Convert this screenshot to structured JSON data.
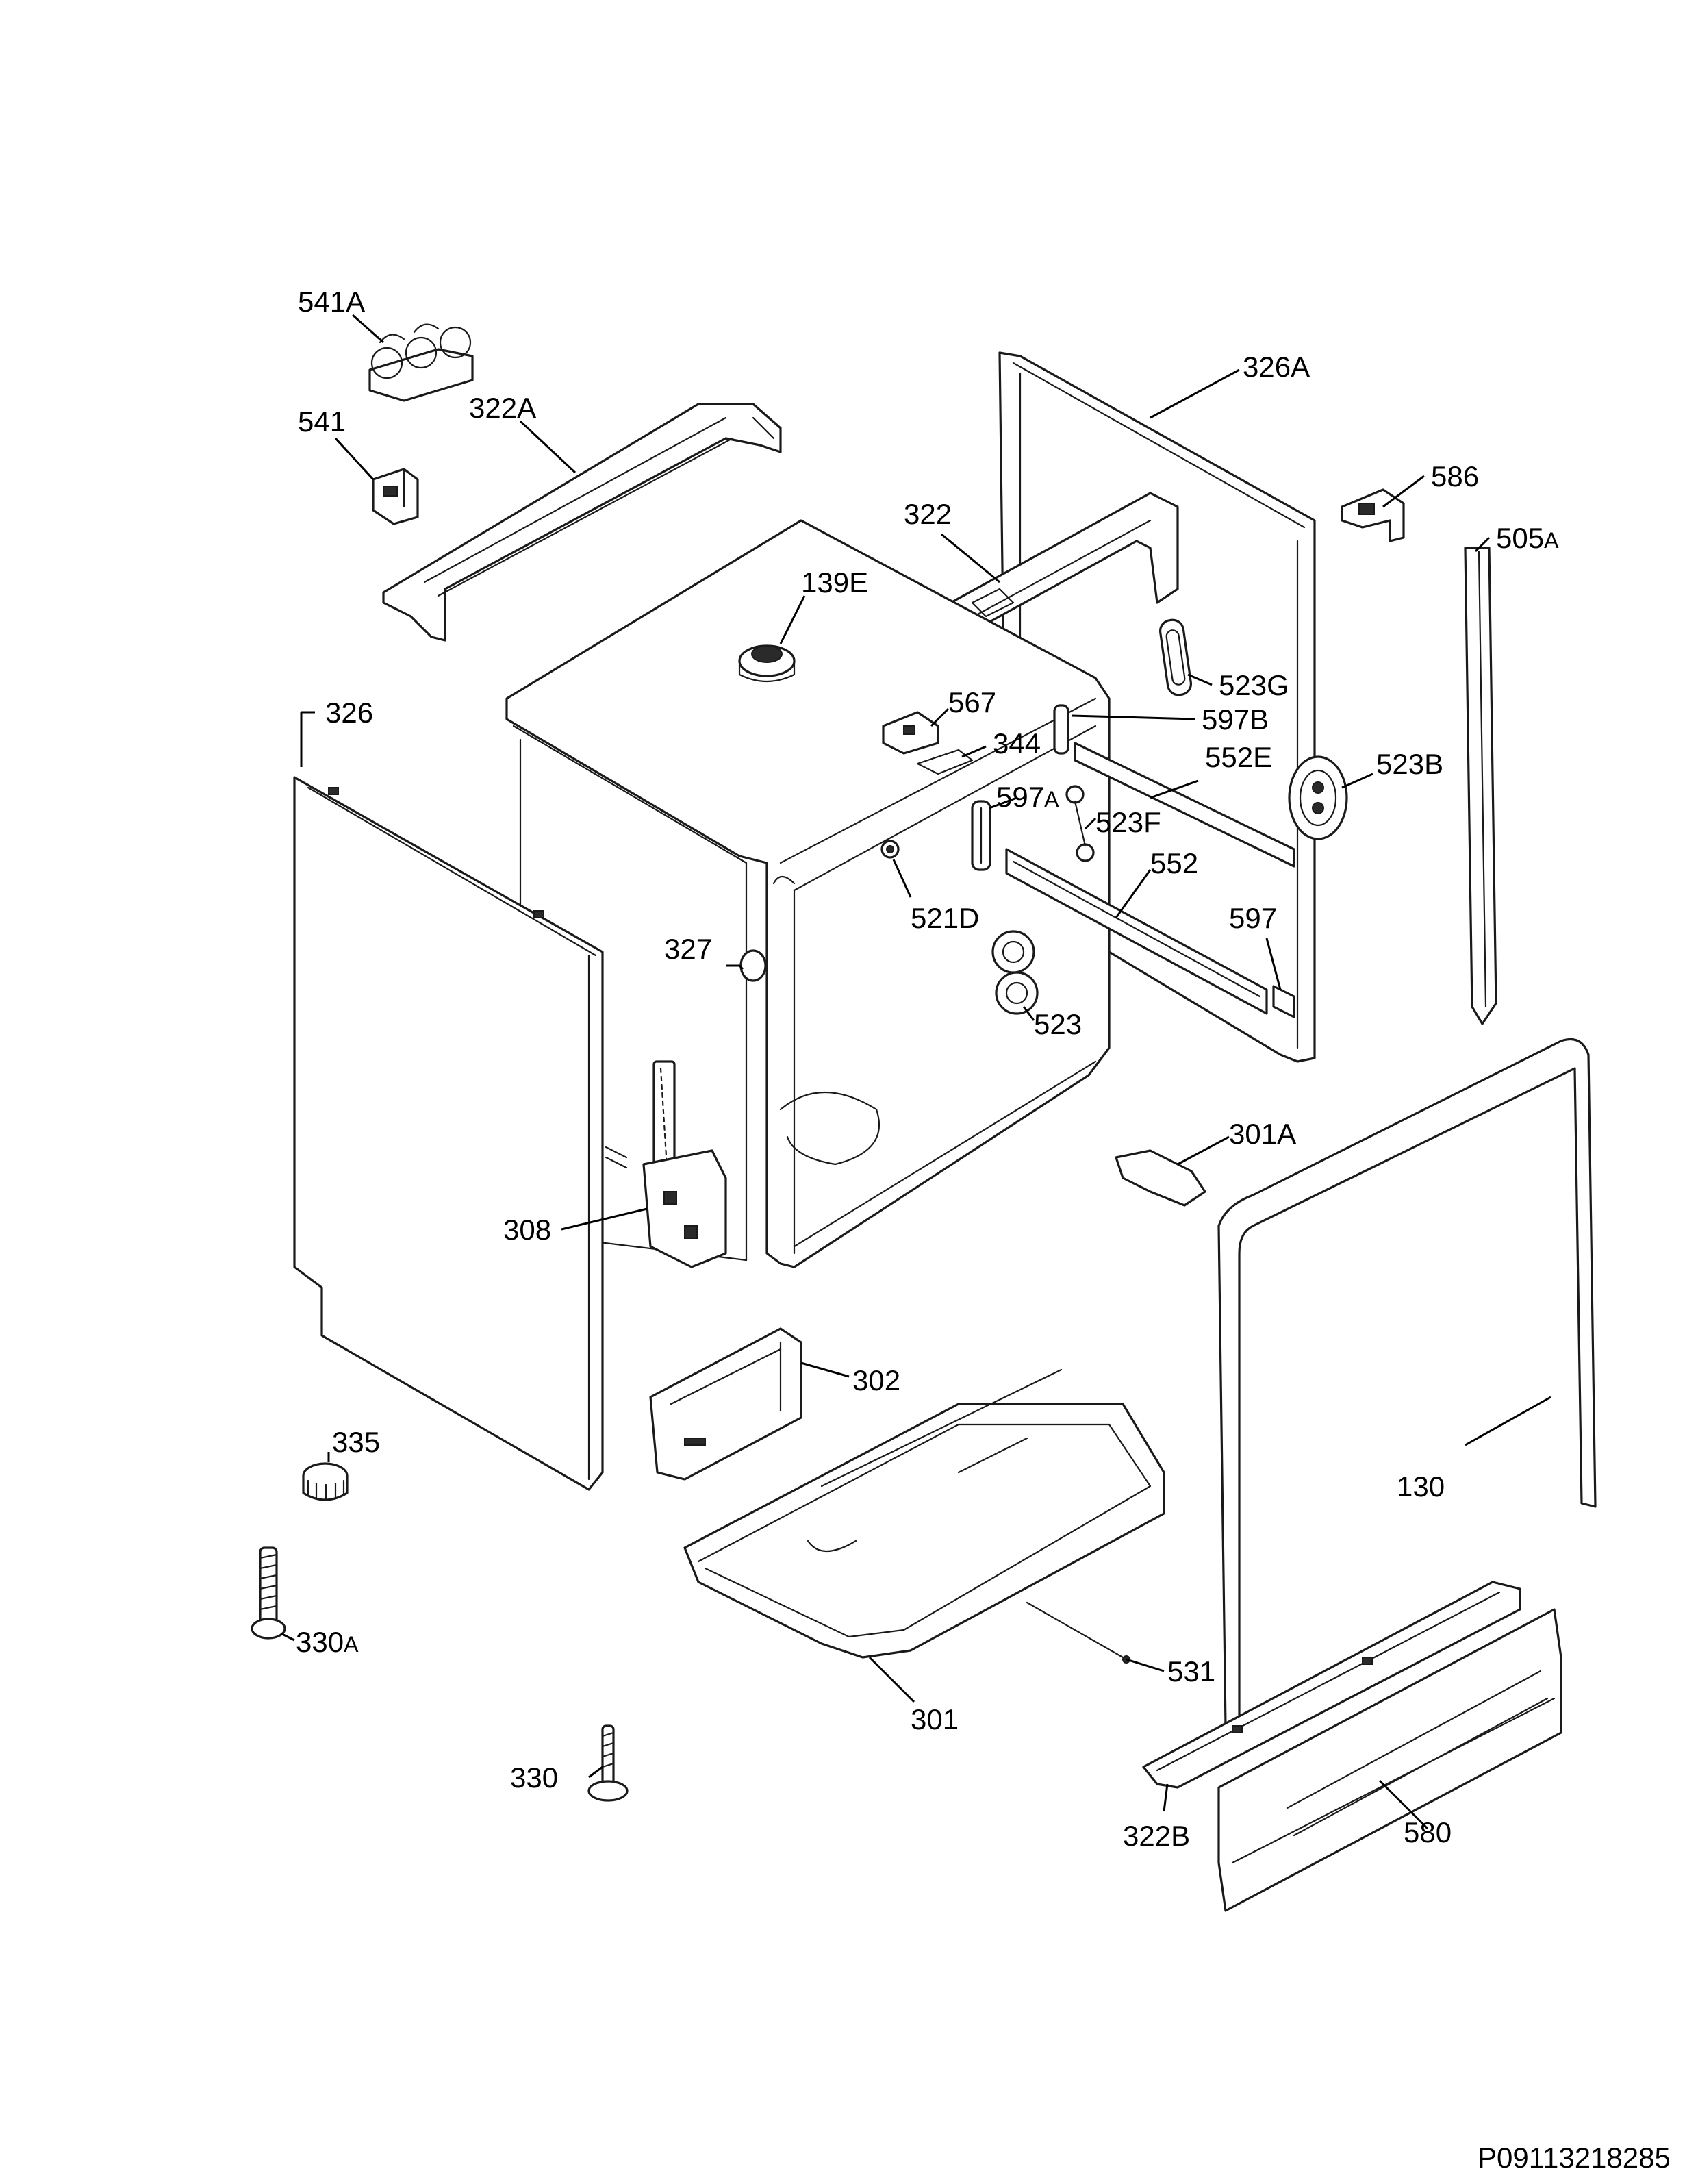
{
  "parts": {
    "p541A": "541A",
    "p541": "541",
    "p322A": "322A",
    "p326A": "326A",
    "p586": "586",
    "p505A_num": "505",
    "p505A_suf": "A",
    "p322": "322",
    "p139E": "139E",
    "p523G": "523G",
    "p326": "326",
    "p567": "567",
    "p597B": "597B",
    "p344": "344",
    "p552E": "552E",
    "p523B": "523B",
    "p597A_num": "597",
    "p597A_suf": "A",
    "p523F": "523F",
    "p552": "552",
    "p521D": "521D",
    "p597": "597",
    "p327": "327",
    "p523": "523",
    "p301A": "301A",
    "p308": "308",
    "p302": "302",
    "p335": "335",
    "p130": "130",
    "p330A_num": "330",
    "p330A_suf": "A",
    "p531": "531",
    "p301": "301",
    "p330": "330",
    "p322B": "322B",
    "p580": "580"
  },
  "document_code": "P09113218285"
}
